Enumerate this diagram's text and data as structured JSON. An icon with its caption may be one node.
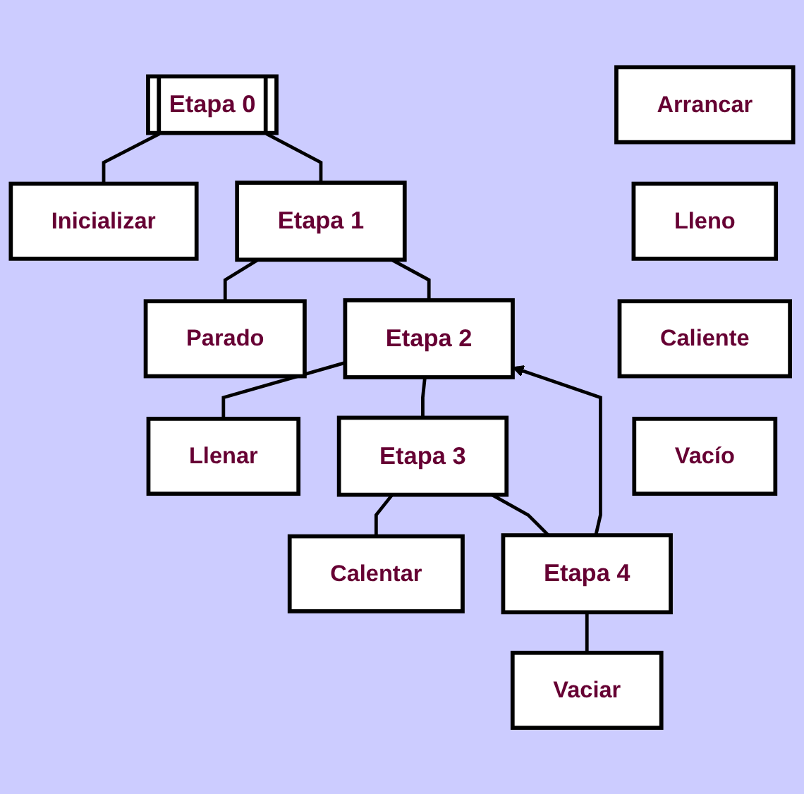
{
  "diagram": {
    "nodes": [
      {
        "text": [
          "Etapa 0"
        ]
      },
      {
        "text": [
          "Inicializar"
        ]
      },
      {
        "text": [
          "Etapa 1"
        ]
      },
      {
        "text": [
          "Parado"
        ]
      },
      {
        "text": [
          "Arrancar"
        ]
      },
      {
        "text": [
          "Etapa 2"
        ]
      },
      {
        "text": [
          "Llenar"
        ]
      },
      {
        "text": [
          "Lleno"
        ]
      },
      {
        "text": [
          "Etapa 3"
        ]
      },
      {
        "text": [
          "Calentar"
        ]
      },
      {
        "text": [
          "Caliente"
        ]
      },
      {
        "text": [
          "Etapa 4"
        ]
      },
      {
        "text": [
          "Vaciar"
        ]
      },
      {
        "text": [
          "Vacío"
        ]
      }
    ],
    "edges": [
      {
        "from": 0,
        "to": 1,
        "arrow": "none"
      },
      {
        "from": 0,
        "to": 2,
        "arrow": "none"
      },
      {
        "from": 2,
        "to": 3,
        "arrow": "none"
      },
      {
        "from": 2,
        "to": 5,
        "arrow": "none"
      },
      {
        "from": 5,
        "to": 6,
        "arrow": "none"
      },
      {
        "from": 5,
        "to": 8,
        "arrow": "none"
      },
      {
        "from": 8,
        "to": 9,
        "arrow": "none"
      },
      {
        "from": 8,
        "to": 11,
        "arrow": "none"
      },
      {
        "from": 11,
        "to": 12,
        "arrow": "none"
      },
      {
        "from": 11,
        "to": 5,
        "arrow": "to"
      }
    ]
  }
}
